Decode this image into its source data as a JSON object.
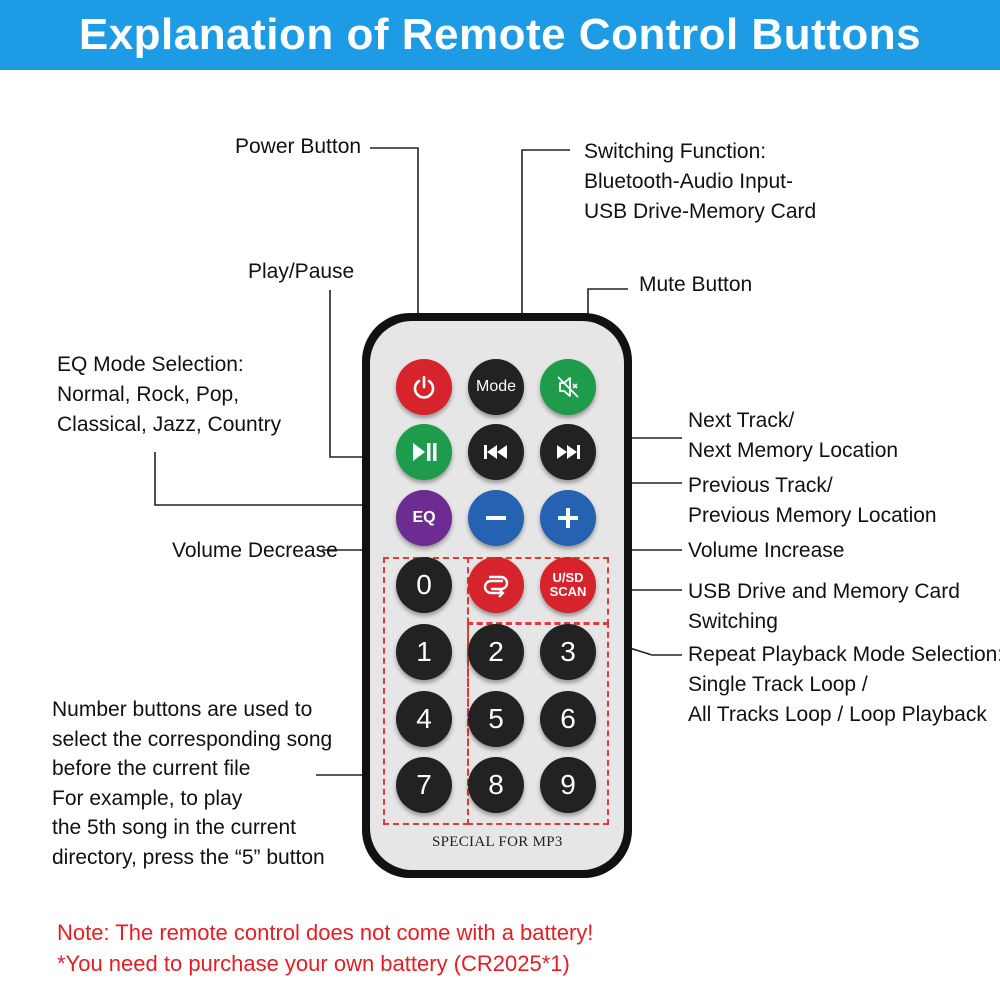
{
  "title": "Explanation of Remote Control Buttons",
  "labels": {
    "power": "Power Button",
    "switching": [
      "Switching Function:",
      "Bluetooth-Audio Input-",
      "USB Drive-Memory Card"
    ],
    "mute": "Mute Button",
    "play_pause": "Play/Pause",
    "eq_mode": [
      "EQ Mode Selection:",
      "Normal, Rock, Pop,",
      "Classical, Jazz, Country"
    ],
    "next_track": [
      "Next Track/",
      "Next Memory Location"
    ],
    "previous_track": [
      "Previous Track/",
      "Previous Memory Location"
    ],
    "volume_decrease": "Volume Decrease",
    "volume_increase": "Volume Increase",
    "usb_switching": [
      "USB Drive and Memory Card",
      "Switching"
    ],
    "repeat": [
      "Repeat Playback Mode Selection:",
      "Single Track Loop /",
      "All Tracks Loop / Loop Playback"
    ],
    "number_buttons": [
      "Number buttons are used to",
      "select the corresponding song",
      "before the current file",
      "For example, to play",
      "the 5th song in the current",
      "directory, press the “5” button"
    ]
  },
  "remote": {
    "mode_label": "Mode",
    "eq_label": "EQ",
    "scan_label": [
      "U/SD",
      "SCAN"
    ],
    "numbers": [
      "0",
      "1",
      "2",
      "3",
      "4",
      "5",
      "6",
      "7",
      "8",
      "9"
    ],
    "footer": "SPECIAL FOR MP3"
  },
  "notes": [
    "Note: The remote control does not come with a battery!",
    "*You need to purchase your own battery (CR2025*1)"
  ],
  "colors": {
    "banner": "#1d9be4",
    "note": "#e31e24",
    "power_button": "#d7232b",
    "mute_button": "#1f9b4c",
    "play_button": "#1f9b4c",
    "eq_button": "#6d2c91",
    "volume_buttons": "#2563b2",
    "number_buttons": "#222222",
    "dashed_outline": "#e53935"
  },
  "icons": [
    "power-icon",
    "mute-icon",
    "play-pause-icon",
    "previous-track-icon",
    "next-track-icon",
    "minus-icon",
    "plus-icon",
    "repeat-icon"
  ]
}
